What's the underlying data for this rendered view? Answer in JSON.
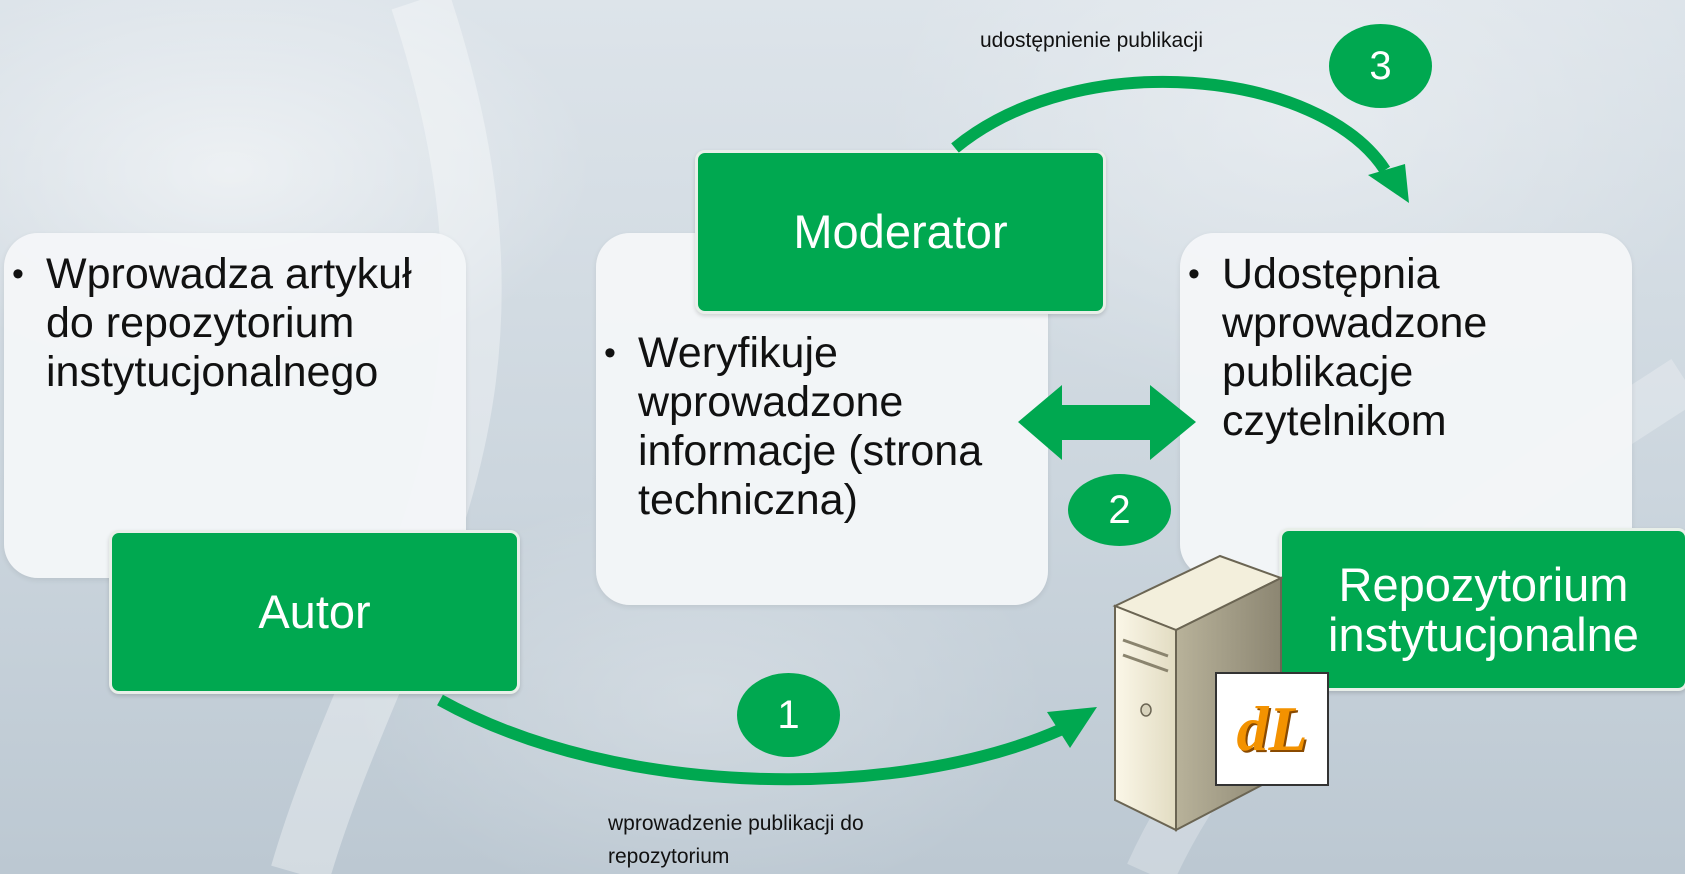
{
  "columns": [
    {
      "role": "Autor",
      "description": "Wprowadza artykuł do repozytorium instytucjonalnego"
    },
    {
      "role": "Moderator",
      "description": "Weryfikuje wprowadzone informacje (strona techniczna)"
    },
    {
      "role": "Repozytorium instytucjonalne",
      "description": "Udostępnia wprowadzone publikacje czytelnikom"
    }
  ],
  "steps": [
    {
      "number": "1",
      "caption": "wprowadzenie publikacji do repozytorium"
    },
    {
      "number": "2",
      "caption": ""
    },
    {
      "number": "3",
      "caption": "udostępnienie publikacji"
    }
  ],
  "logo_text": "dL",
  "colors": {
    "accent": "#00a850",
    "card": "#f4f6f8",
    "logo_orange": "#f39200"
  },
  "icons": [
    "server-icon",
    "dl-logo-icon"
  ]
}
